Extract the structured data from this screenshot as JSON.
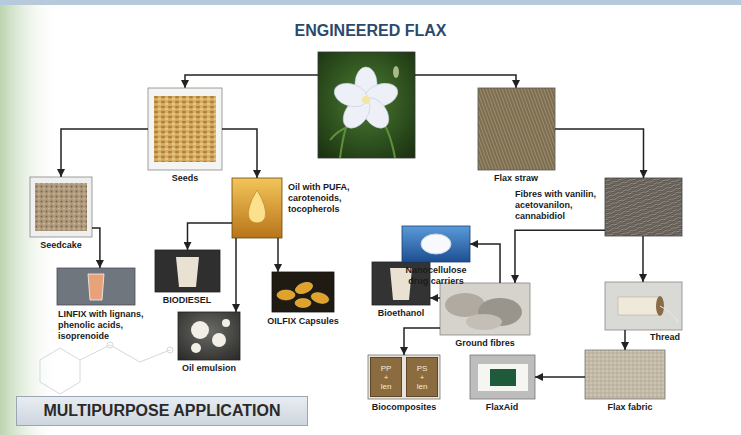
{
  "diagram": {
    "title": "ENGINEERED FLAX",
    "nodes": [
      {
        "text": [
          "Seeds"
        ]
      },
      {
        "text": [
          "Flax straw"
        ]
      },
      {
        "text": [
          "Seedcake"
        ]
      },
      {
        "text": [
          "Oil with PUFA, carotenoids, tocopherols"
        ]
      },
      {
        "text": [
          "Fibres with vanilin, acetovanilon, cannabidiol"
        ]
      },
      {
        "text": [
          "Nanocellulose drug carriers"
        ]
      },
      {
        "text": [
          "LINFIX with lignans, phenolic acids, isoprenoide"
        ]
      },
      {
        "text": [
          "BIODIESEL"
        ]
      },
      {
        "text": [
          "OILFIX Capsules"
        ]
      },
      {
        "text": [
          "Bioethanol"
        ]
      },
      {
        "text": [
          "Ground fibres"
        ]
      },
      {
        "text": [
          "Thread"
        ]
      },
      {
        "text": [
          "Oil emulsion"
        ]
      },
      {
        "text": [
          "Biocomposites"
        ]
      },
      {
        "text": [
          "PP + len"
        ],
        "in": 13
      },
      {
        "text": [
          "PS + len"
        ],
        "in": 13
      },
      {
        "text": [
          "FlaxAid"
        ]
      },
      {
        "text": [
          "Flax fabric"
        ]
      },
      {
        "text": [
          "MULTIPURPOSE APPLICATION"
        ]
      }
    ],
    "edges": [
      {
        "from": 0,
        "to": 2,
        "arrow": "to"
      },
      {
        "from": 0,
        "to": 3,
        "arrow": "to"
      },
      {
        "from": 1,
        "to": 4,
        "arrow": "to"
      },
      {
        "from": 2,
        "to": 6,
        "arrow": "to"
      },
      {
        "from": 3,
        "to": 7,
        "arrow": "to"
      },
      {
        "from": 3,
        "to": 8,
        "arrow": "to"
      },
      {
        "from": 3,
        "to": 12,
        "arrow": "to"
      },
      {
        "from": 4,
        "to": 10,
        "arrow": "to"
      },
      {
        "from": 4,
        "to": 11,
        "arrow": "to"
      },
      {
        "from": 10,
        "to": 5,
        "arrow": "to"
      },
      {
        "from": 10,
        "to": 9,
        "arrow": "to"
      },
      {
        "from": 10,
        "to": 13,
        "arrow": "to"
      },
      {
        "from": 11,
        "to": 17,
        "arrow": "to"
      },
      {
        "from": 17,
        "to": 16,
        "arrow": "to"
      }
    ]
  }
}
